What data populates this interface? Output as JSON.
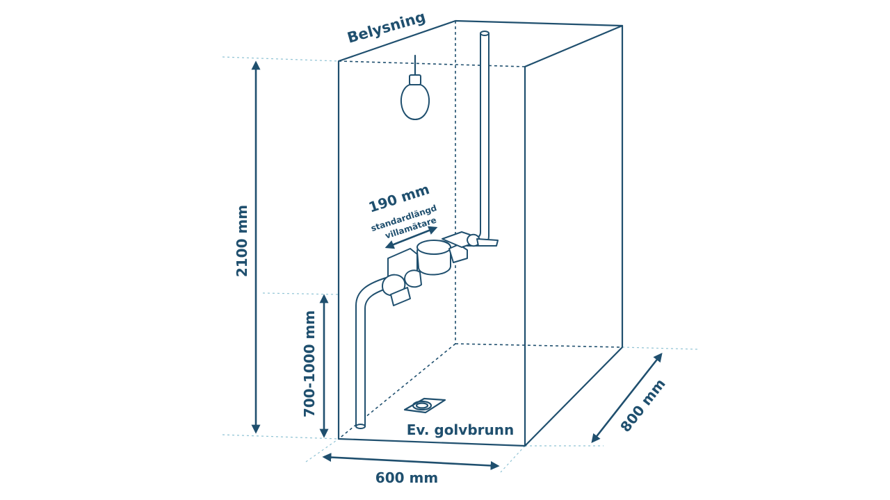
{
  "labels": {
    "lighting": "Belysning",
    "height": "2100 mm",
    "meter_height": "700-1000 mm",
    "width": "600 mm",
    "depth": "800 mm",
    "meter_length": "190 mm",
    "meter_note_line1": "standardlängd",
    "meter_note_line2": "villamätare",
    "floor_drain": "Ev. golvbrunn"
  },
  "colors": {
    "line": "#1f4f6e",
    "guide": "#8fc3d4",
    "background": "#ffffff"
  },
  "icons": [
    "light-bulb-icon",
    "water-meter-icon",
    "floor-drain-icon"
  ]
}
